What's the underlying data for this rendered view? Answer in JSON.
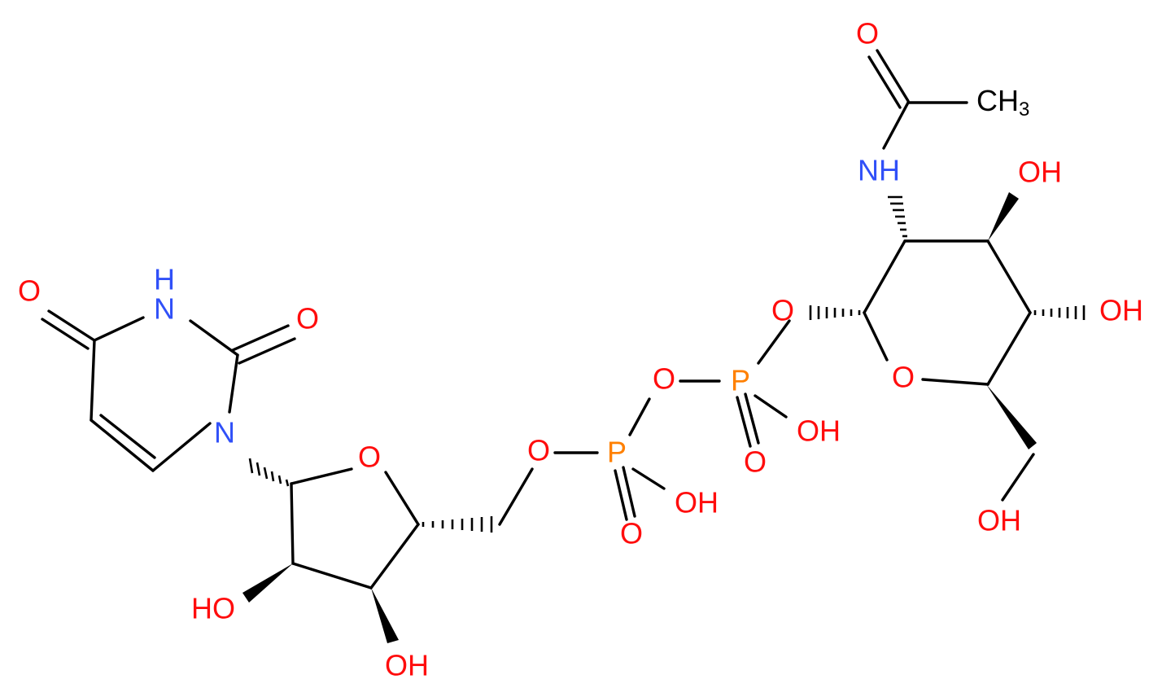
{
  "colors": {
    "bond": "#000000",
    "oxygen": "#ff0d0d",
    "nitrogen": "#3050f8",
    "phosphorus": "#ff8000",
    "carbon": "#000000"
  },
  "labels": [
    {
      "key": "O_acetyl",
      "text": "O",
      "element": "O"
    },
    {
      "key": "CH3",
      "text": "CH",
      "sub": "3",
      "element": "C"
    },
    {
      "key": "NH_acetamide",
      "text": "NH",
      "element": "N"
    },
    {
      "key": "OH_c3",
      "text": "OH",
      "element": "O"
    },
    {
      "key": "O_anomeric",
      "text": "O",
      "element": "O"
    },
    {
      "key": "OH_c4",
      "text": "OH",
      "element": "O"
    },
    {
      "key": "O_bridge",
      "text": "O",
      "element": "O"
    },
    {
      "key": "P2",
      "text": "P",
      "element": "P"
    },
    {
      "key": "O_ring_pyranose",
      "text": "O",
      "element": "O"
    },
    {
      "key": "OH_p2",
      "text": "OH",
      "element": "O"
    },
    {
      "key": "O_p2_double",
      "text": "O",
      "element": "O"
    },
    {
      "key": "OH_c6",
      "text": "OH",
      "element": "O"
    },
    {
      "key": "O_ester",
      "text": "O",
      "element": "O"
    },
    {
      "key": "P1",
      "text": "P",
      "element": "P"
    },
    {
      "key": "OH_p1",
      "text": "OH",
      "element": "O"
    },
    {
      "key": "O_p1_double",
      "text": "O",
      "element": "O"
    },
    {
      "key": "O_ring_ribose",
      "text": "O",
      "element": "O"
    },
    {
      "key": "N1_uracil",
      "text": "N",
      "element": "N"
    },
    {
      "key": "N3_uracil",
      "text": "H",
      "sub_text": "N",
      "element": "N"
    },
    {
      "key": "O2_uracil",
      "text": "O",
      "element": "O"
    },
    {
      "key": "O4_uracil",
      "text": "O",
      "element": "O"
    },
    {
      "key": "OH_2prime",
      "text": "HO",
      "element": "O"
    },
    {
      "key": "OH_3prime",
      "text": "OH",
      "element": "O"
    }
  ]
}
